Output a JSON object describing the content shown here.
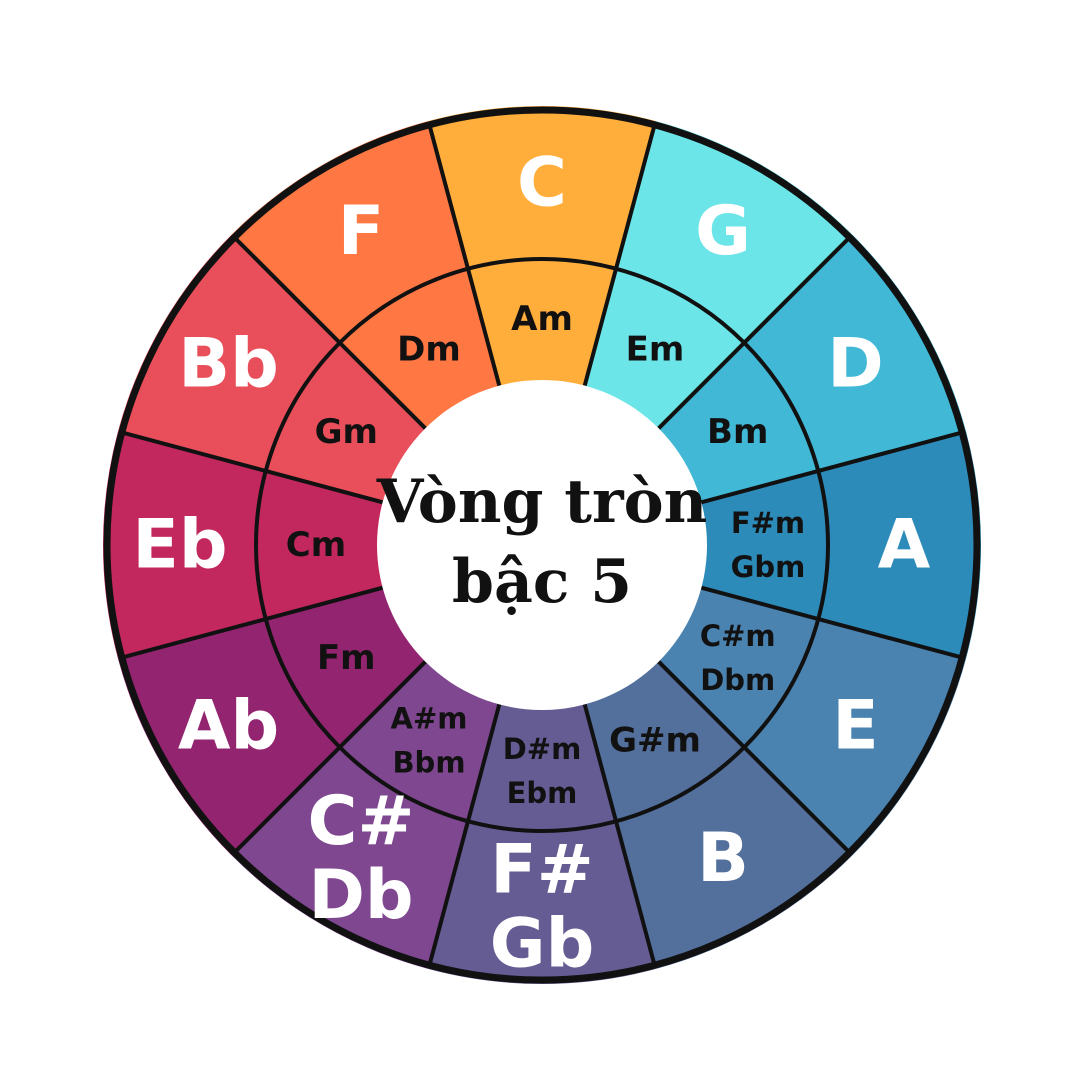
{
  "center": {
    "title_line1": "Vòng tròn",
    "title_line2": "bậc 5"
  },
  "segments": [
    {
      "major": [
        "C"
      ],
      "minor": [
        "Am"
      ],
      "outer_color": "#FFAD3B",
      "inner_color": "#FFAD3B"
    },
    {
      "major": [
        "G"
      ],
      "minor": [
        "Em"
      ],
      "outer_color": "#6CE5E8",
      "inner_color": "#6CE5E8"
    },
    {
      "major": [
        "D"
      ],
      "minor": [
        "Bm"
      ],
      "outer_color": "#41B8D5",
      "inner_color": "#41B8D5"
    },
    {
      "major": [
        "A"
      ],
      "minor": [
        "F#m",
        "Gbm"
      ],
      "outer_color": "#2D8BBA",
      "inner_color": "#2D8BBA"
    },
    {
      "major": [
        "E"
      ],
      "minor": [
        "C#m",
        "Dbm"
      ],
      "outer_color": "#4A82B0",
      "inner_color": "#4A82B0"
    },
    {
      "major": [
        "B"
      ],
      "minor": [
        "G#m"
      ],
      "outer_color": "#53709C",
      "inner_color": "#53709C"
    },
    {
      "major": [
        "F#",
        "Gb"
      ],
      "minor": [
        "D#m",
        "Ebm"
      ],
      "outer_color": "#665C94",
      "inner_color": "#665C94"
    },
    {
      "major": [
        "C#",
        "Db"
      ],
      "minor": [
        "A#m",
        "Bbm"
      ],
      "outer_color": "#7E4790",
      "inner_color": "#7E4790"
    },
    {
      "major": [
        "Ab"
      ],
      "minor": [
        "Fm"
      ],
      "outer_color": "#932470",
      "inner_color": "#932470"
    },
    {
      "major": [
        "Eb"
      ],
      "minor": [
        "Cm"
      ],
      "outer_color": "#C2275D",
      "inner_color": "#C2275D"
    },
    {
      "major": [
        "Bb"
      ],
      "minor": [
        "Gm"
      ],
      "outer_color": "#E84F5A",
      "inner_color": "#E84F5A"
    },
    {
      "major": [
        "F"
      ],
      "minor": [
        "Dm"
      ],
      "outer_color": "#FF7844",
      "inner_color": "#FF7844"
    }
  ],
  "colors": {
    "stroke": "#111111",
    "center_fill": "#ffffff",
    "major_text": "#ffffff",
    "minor_text": "#111111"
  }
}
